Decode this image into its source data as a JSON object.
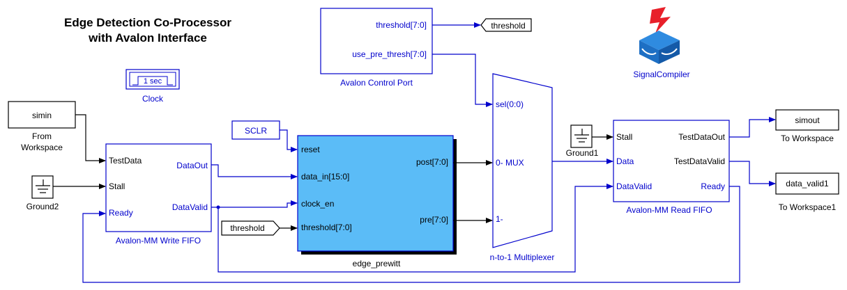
{
  "title_lines": [
    "Edge Detection Co-Processor",
    "with Avalon Interface"
  ],
  "clock": {
    "inner": "1 sec",
    "caption": "Clock"
  },
  "from_workspace": {
    "name": "simin",
    "caption_lines": [
      "From",
      "Workspace"
    ]
  },
  "ground2": {
    "caption": "Ground2"
  },
  "ground1": {
    "caption": "Ground1"
  },
  "sclr": {
    "name": "SCLR"
  },
  "threshold_from_tag": {
    "name": "threshold"
  },
  "threshold_goto_tag": {
    "name": "threshold"
  },
  "control_port": {
    "ports": [
      "threshold[7:0]",
      "use_pre_thresh[7:0]"
    ],
    "caption": "Avalon Control Port"
  },
  "write_fifo": {
    "in_ports": [
      "TestData",
      "Stall",
      "Ready"
    ],
    "out_ports": [
      "DataOut",
      "DataValid"
    ],
    "caption": "Avalon-MM Write FIFO"
  },
  "edge_prewitt": {
    "in_ports": [
      "reset",
      "data_in[15:0]",
      "clock_en",
      "threshold[7:0]"
    ],
    "out_ports": [
      "post[7:0]",
      "pre[7:0]"
    ],
    "caption": "edge_prewitt",
    "fill": "#5bbcf7"
  },
  "mux": {
    "ports": [
      "sel(0:0)",
      "0- MUX",
      "1-"
    ],
    "caption": "n-to-1 Multiplexer"
  },
  "read_fifo": {
    "in_ports": [
      "Stall",
      "Data",
      "DataValid"
    ],
    "out_ports": [
      "TestDataOut",
      "TestDataValid",
      "Ready"
    ],
    "caption": "Avalon-MM Read FIFO"
  },
  "simout": {
    "name": "simout",
    "caption": "To Workspace"
  },
  "data_valid": {
    "name": "data_valid1",
    "caption": "To Workspace1"
  },
  "signal_compiler": {
    "caption": "SignalCompiler"
  },
  "colors": {
    "wire": "#0000cc",
    "block_fill": "#5bbcf7",
    "logo_blue": "#1d6fc4",
    "logo_red": "#e8202a"
  }
}
